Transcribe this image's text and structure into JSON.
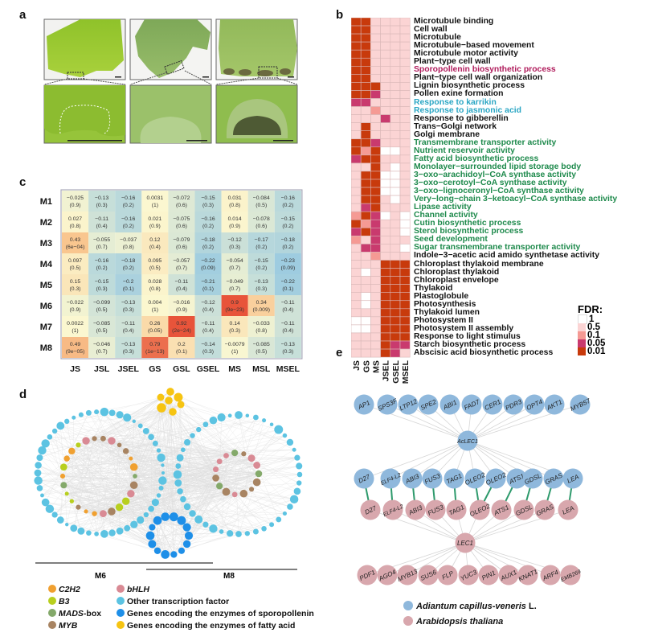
{
  "panel_labels": {
    "a": "a",
    "b": "b",
    "c": "c",
    "d": "d",
    "e": "e"
  },
  "panel_b": {
    "columns": [
      "JS",
      "GS",
      "MS",
      "JSEL",
      "GSEL",
      "MSEL"
    ],
    "legend_title": "FDR:",
    "legend": [
      {
        "label": "1",
        "color": "#ffffff"
      },
      {
        "label": "0.5",
        "color": "#fbd4d4"
      },
      {
        "label": "0.1",
        "color": "#f59a94"
      },
      {
        "label": "0.05",
        "color": "#c93a6e"
      },
      {
        "label": "0.01",
        "color": "#c83a0c"
      }
    ],
    "term_colors": {
      "black": "#111111",
      "magenta": "#b01c5c",
      "cyan": "#2aa6c4",
      "green": "#1e8a4c"
    },
    "terms": [
      {
        "name": "Microtubule binding",
        "color": "black",
        "levels": [
          4,
          4,
          1,
          1,
          1,
          1
        ]
      },
      {
        "name": "Cell wall",
        "color": "black",
        "levels": [
          4,
          4,
          1,
          1,
          1,
          1
        ]
      },
      {
        "name": "Microtubule",
        "color": "black",
        "levels": [
          4,
          4,
          1,
          1,
          1,
          1
        ]
      },
      {
        "name": "Microtubule−based movement",
        "color": "black",
        "levels": [
          4,
          4,
          1,
          1,
          1,
          1
        ]
      },
      {
        "name": "Microtubule motor activity",
        "color": "black",
        "levels": [
          4,
          4,
          1,
          1,
          1,
          1
        ]
      },
      {
        "name": "Plant−type cell wall",
        "color": "black",
        "levels": [
          4,
          4,
          1,
          1,
          1,
          1
        ]
      },
      {
        "name": "Sporopollenin biosynthetic process",
        "color": "magenta",
        "levels": [
          4,
          4,
          1,
          1,
          1,
          1
        ]
      },
      {
        "name": "Plant−type cell wall organization",
        "color": "black",
        "levels": [
          4,
          4,
          1,
          1,
          1,
          1
        ]
      },
      {
        "name": "Lignin biosynthetic process",
        "color": "black",
        "levels": [
          4,
          4,
          4,
          1,
          1,
          1
        ]
      },
      {
        "name": "Pollen exine formation",
        "color": "black",
        "levels": [
          4,
          4,
          3,
          1,
          1,
          1
        ]
      },
      {
        "name": "Response to karrikin",
        "color": "cyan",
        "levels": [
          3,
          3,
          1,
          1,
          1,
          1
        ]
      },
      {
        "name": "Response to jasmonic acid",
        "color": "cyan",
        "levels": [
          1,
          1,
          2,
          1,
          1,
          1
        ]
      },
      {
        "name": "Response to gibberellin",
        "color": "black",
        "levels": [
          1,
          1,
          1,
          3,
          1,
          1
        ]
      },
      {
        "name": "Trans−Golgi network",
        "color": "black",
        "levels": [
          1,
          4,
          1,
          1,
          1,
          1
        ]
      },
      {
        "name": "Golgi membrane",
        "color": "black",
        "levels": [
          1,
          4,
          1,
          1,
          1,
          1
        ]
      },
      {
        "name": "Transmembrane transporter activity",
        "color": "green",
        "levels": [
          4,
          4,
          3,
          1,
          1,
          1
        ]
      },
      {
        "name": "Nutrient reservoir activity",
        "color": "green",
        "levels": [
          4,
          2,
          4,
          0,
          0,
          1
        ]
      },
      {
        "name": "Fatty acid biosynthetic process",
        "color": "green",
        "levels": [
          3,
          4,
          4,
          1,
          1,
          1
        ]
      },
      {
        "name": "Monolayer−surrounded lipid storage body",
        "color": "green",
        "levels": [
          1,
          1,
          4,
          1,
          0,
          1
        ]
      },
      {
        "name": "3−oxo−arachidoyl−CoA synthase activity",
        "color": "green",
        "levels": [
          1,
          4,
          4,
          0,
          0,
          1
        ]
      },
      {
        "name": "3−oxo−cerotoyl−CoA synthase activity",
        "color": "green",
        "levels": [
          1,
          4,
          4,
          0,
          0,
          1
        ]
      },
      {
        "name": "3−oxo−lignoceronyl−CoA synthase activity",
        "color": "green",
        "levels": [
          1,
          4,
          4,
          0,
          0,
          1
        ]
      },
      {
        "name": "Very−long−chain 3−ketoacyl−CoA synthase activity",
        "color": "green",
        "levels": [
          1,
          4,
          4,
          1,
          0,
          1
        ]
      },
      {
        "name": "Lipase activity",
        "color": "green",
        "levels": [
          1,
          3,
          4,
          1,
          1,
          1
        ]
      },
      {
        "name": "Channel activity",
        "color": "green",
        "levels": [
          2,
          4,
          3,
          0,
          1,
          0
        ]
      },
      {
        "name": "Cutin biosynthetic process",
        "color": "green",
        "levels": [
          4,
          2,
          3,
          1,
          1,
          0
        ]
      },
      {
        "name": "Sterol biosynthetic process",
        "color": "green",
        "levels": [
          3,
          4,
          3,
          1,
          1,
          0
        ]
      },
      {
        "name": "Seed development",
        "color": "green",
        "levels": [
          2,
          1,
          3,
          1,
          1,
          1
        ]
      },
      {
        "name": "Sugar transmembrane transporter activity",
        "color": "green",
        "levels": [
          1,
          3,
          3,
          1,
          1,
          0
        ]
      },
      {
        "name": "Indole−3−acetic acid amido synthetase activity",
        "color": "black",
        "levels": [
          1,
          1,
          2,
          1,
          1,
          1
        ]
      },
      {
        "name": "Chloroplast thylakoid membrane",
        "color": "black",
        "levels": [
          1,
          1,
          1,
          4,
          4,
          4
        ]
      },
      {
        "name": "Chloroplast thylakoid",
        "color": "black",
        "levels": [
          1,
          0,
          1,
          4,
          4,
          4
        ]
      },
      {
        "name": "Chloroplast envelope",
        "color": "black",
        "levels": [
          1,
          1,
          1,
          4,
          4,
          4
        ]
      },
      {
        "name": "Thylakoid",
        "color": "black",
        "levels": [
          1,
          1,
          1,
          4,
          4,
          4
        ]
      },
      {
        "name": "Plastoglobule",
        "color": "black",
        "levels": [
          1,
          0,
          1,
          4,
          4,
          4
        ]
      },
      {
        "name": "Photosynthesis",
        "color": "black",
        "levels": [
          1,
          0,
          1,
          4,
          4,
          4
        ]
      },
      {
        "name": "Thylakoid lumen",
        "color": "black",
        "levels": [
          1,
          1,
          1,
          4,
          4,
          4
        ]
      },
      {
        "name": "Photosystem II",
        "color": "black",
        "levels": [
          0,
          0,
          1,
          4,
          4,
          4
        ]
      },
      {
        "name": "Photosystem II assembly",
        "color": "black",
        "levels": [
          0,
          0,
          1,
          4,
          4,
          4
        ]
      },
      {
        "name": "Response to light stimulus",
        "color": "black",
        "levels": [
          1,
          1,
          1,
          4,
          4,
          4
        ]
      },
      {
        "name": "Starch biosynthetic process",
        "color": "black",
        "levels": [
          1,
          1,
          1,
          4,
          3,
          3
        ]
      },
      {
        "name": "Abscisic acid biosynthetic process",
        "color": "black",
        "levels": [
          1,
          1,
          1,
          4,
          3,
          1
        ]
      }
    ]
  },
  "chart_data": {
    "type": "heatmap",
    "rows": [
      "M1",
      "M2",
      "M3",
      "M4",
      "M5",
      "M6",
      "M7",
      "M8"
    ],
    "columns": [
      "JS",
      "JSL",
      "JSEL",
      "GS",
      "GSL",
      "GSEL",
      "MS",
      "MSL",
      "MSEL"
    ],
    "values": [
      [
        [
          "-0.025",
          "0.9"
        ],
        [
          "-0.13",
          "0.3"
        ],
        [
          "-0.16",
          "0.2"
        ],
        [
          "0.0031",
          "1"
        ],
        [
          "-0.072",
          "0.6"
        ],
        [
          "-0.15",
          "0.3"
        ],
        [
          "0.031",
          "0.8"
        ],
        [
          "-0.084",
          "0.5"
        ],
        [
          "-0.16",
          "0.2"
        ]
      ],
      [
        [
          "0.027",
          "0.8"
        ],
        [
          "-0.11",
          "0.4"
        ],
        [
          "-0.16",
          "0.2"
        ],
        [
          "0.021",
          "0.9"
        ],
        [
          "-0.075",
          "0.6"
        ],
        [
          "-0.16",
          "0.2"
        ],
        [
          "0.014",
          "0.9"
        ],
        [
          "-0.078",
          "0.6"
        ],
        [
          "-0.15",
          "0.2"
        ]
      ],
      [
        [
          "0.43",
          "6e-04"
        ],
        [
          "-0.055",
          "0.7"
        ],
        [
          "-0.037",
          "0.8"
        ],
        [
          "0.12",
          "0.4"
        ],
        [
          "-0.079",
          "0.6"
        ],
        [
          "-0.18",
          "0.2"
        ],
        [
          "-0.12",
          "0.3"
        ],
        [
          "-0.17",
          "0.2"
        ],
        [
          "-0.18",
          "0.2"
        ]
      ],
      [
        [
          "0.097",
          "0.5"
        ],
        [
          "-0.16",
          "0.2"
        ],
        [
          "-0.18",
          "0.2"
        ],
        [
          "0.095",
          "0.5"
        ],
        [
          "-0.057",
          "0.7"
        ],
        [
          "-0.22",
          "0.09"
        ],
        [
          "-0.054",
          "0.7"
        ],
        [
          "-0.15",
          "0.2"
        ],
        [
          "-0.23",
          "0.09"
        ]
      ],
      [
        [
          "0.15",
          "0.3"
        ],
        [
          "-0.15",
          "0.3"
        ],
        [
          "-0.2",
          "0.1"
        ],
        [
          "0.028",
          "0.8"
        ],
        [
          "-0.11",
          "0.4"
        ],
        [
          "-0.21",
          "0.1"
        ],
        [
          "-0.049",
          "0.7"
        ],
        [
          "-0.13",
          "0.3"
        ],
        [
          "-0.22",
          "0.1"
        ]
      ],
      [
        [
          "-0.022",
          "0.9"
        ],
        [
          "-0.099",
          "0.5"
        ],
        [
          "-0.13",
          "0.3"
        ],
        [
          "0.004",
          "1"
        ],
        [
          "-0.016",
          "0.9"
        ],
        [
          "-0.12",
          "0.4"
        ],
        [
          "0.9",
          "9e-23"
        ],
        [
          "0.34",
          "0.009"
        ],
        [
          "-0.11",
          "0.4"
        ]
      ],
      [
        [
          "0.0022",
          "1"
        ],
        [
          "-0.085",
          "0.5"
        ],
        [
          "-0.11",
          "0.4"
        ],
        [
          "0.26",
          "0.05"
        ],
        [
          "0.92",
          "2e-24"
        ],
        [
          "-0.11",
          "0.4"
        ],
        [
          "0.14",
          "0.3"
        ],
        [
          "-0.033",
          "0.8"
        ],
        [
          "-0.11",
          "0.4"
        ]
      ],
      [
        [
          "0.49",
          "9e-05"
        ],
        [
          "-0.046",
          "0.7"
        ],
        [
          "-0.13",
          "0.3"
        ],
        [
          "0.79",
          "1e-13"
        ],
        [
          "0.2",
          "0.1"
        ],
        [
          "-0.14",
          "0.3"
        ],
        [
          "-0.0079",
          "1"
        ],
        [
          "-0.085",
          "0.5"
        ],
        [
          "-0.13",
          "0.3"
        ]
      ]
    ]
  },
  "panel_d": {
    "module_labels": [
      "M6",
      "M8"
    ],
    "categories": {
      "C2H2": {
        "label": "C2H2",
        "italic_part": "C2H2",
        "suffix": "",
        "color": "#f0a030"
      },
      "B3": {
        "label": "B3",
        "italic_part": "B3",
        "suffix": "",
        "color": "#b8cf1e"
      },
      "MADS": {
        "label": "MADS-box",
        "italic_part": "MADS",
        "suffix": "-box",
        "color": "#84a96a"
      },
      "MYB": {
        "label": "MYB",
        "italic_part": "MYB",
        "suffix": "",
        "color": "#a88462"
      },
      "bHLH": {
        "label": "bHLH",
        "italic_part": "bHLH",
        "suffix": "",
        "color": "#d98a94"
      },
      "other": {
        "label": "Other transcription factor",
        "italic_part": "",
        "suffix": "Other transcription factor",
        "color": "#5cc3e2"
      },
      "sporo": {
        "label": "Genes encoding  the enzymes of sporopollenin",
        "italic_part": "",
        "suffix": "Genes encoding  the enzymes of sporopollenin",
        "color": "#1e8fe8"
      },
      "fatty": {
        "label": "Genes encoding the enzymes of fatty acid",
        "italic_part": "",
        "suffix": "Genes encoding the enzymes of fatty acid",
        "color": "#f6c412"
      }
    },
    "legend_order": [
      "C2H2",
      "B3",
      "MADS",
      "MYB",
      "bHLH",
      "other",
      "sporo",
      "fatty"
    ],
    "m6_inner": [
      "MADS",
      "MYB",
      "bHLH",
      "B3",
      "B3",
      "MYB",
      "bHLH",
      "C2H2",
      "C2H2",
      "MYB",
      "B3",
      "B3",
      "MADS",
      "C2H2",
      "B3",
      "C2H2",
      "C2H2",
      "B3",
      "bHLH",
      "MYB",
      "MYB",
      "bHLH",
      "MYB",
      "MYB",
      "C2H2",
      "C2H2"
    ],
    "m8_inner": [
      "MADS",
      "MYB",
      "MYB",
      "MYB",
      "bHLH",
      "MYB",
      "MADS",
      "MYB",
      "bHLH",
      "bHLH",
      "bHLH",
      "MADS",
      "MYB",
      "bHLH",
      "bHLH"
    ]
  },
  "panel_e": {
    "hub_top": "AcLEC1",
    "hub_bottom": "LEC1",
    "top_row": [
      "AP1",
      "SPS3F",
      "LTP12",
      "SPE2",
      "ABI1",
      "FAD7",
      "CER1",
      "PDR3",
      "OPT4",
      "AKT1",
      "MYB57"
    ],
    "middle_blue": [
      "D27",
      "ELF4-L2",
      "ABI3",
      "FUS3",
      "TAG1",
      "OLEO2",
      "OLEO2",
      "ATS1",
      "GDSL",
      "GRAS",
      "LEA"
    ],
    "middle_pink": [
      "D27",
      "ELF4-L2",
      "ABI3",
      "FUS3",
      "TAG1",
      "OLEO2",
      "ATS1",
      "GDSL",
      "GRAS",
      "LEA"
    ],
    "bottom_row": [
      "PDF1",
      "AGO4",
      "MYB13",
      "SUS6",
      "FLP",
      "YUC3",
      "PIN1",
      "AUX1",
      "KNAT1",
      "ARF4",
      "EMB269"
    ],
    "legend": [
      {
        "species": "Adiantum capillus-veneris",
        "suffix": " L.",
        "color": "#8fb8dc"
      },
      {
        "species": "Arabidopsis thaliana",
        "suffix": "",
        "color": "#d8a7ad"
      }
    ],
    "colors": {
      "blue": "#8fb8dc",
      "pink": "#d8a7ad",
      "ortholog_edge": "#2e9a6c"
    }
  }
}
